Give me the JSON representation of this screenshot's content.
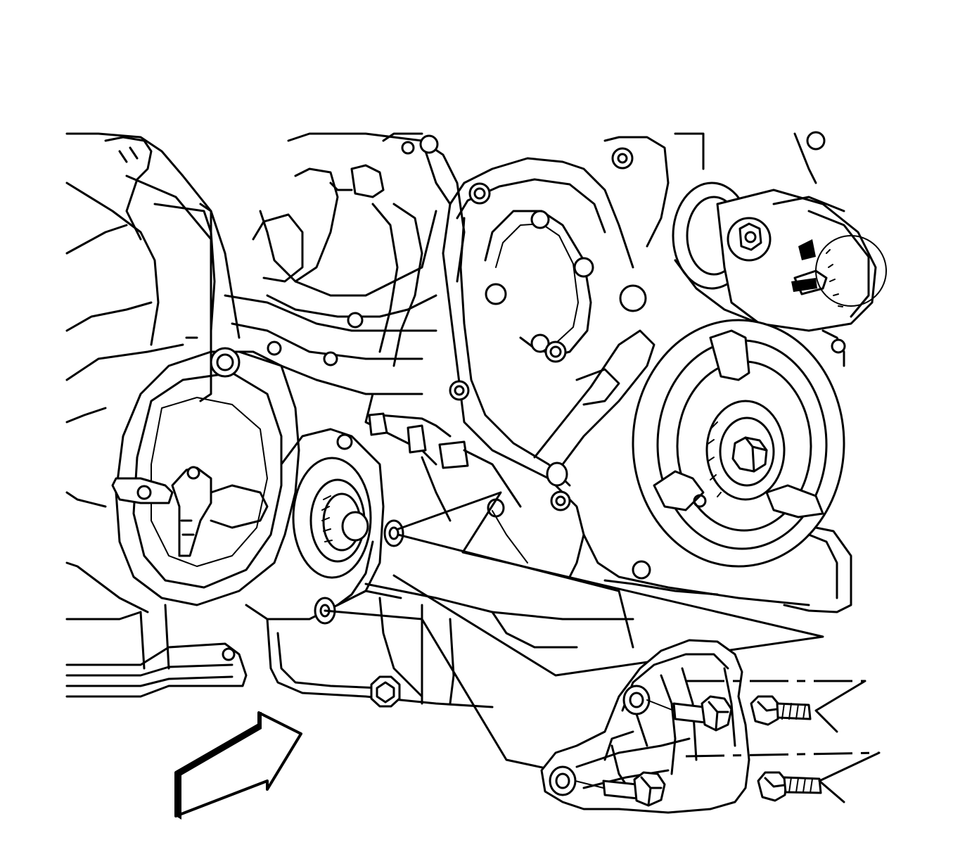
{
  "diagram": {
    "style": "black line-art service illustration",
    "colors": {
      "stroke": "#000000",
      "background": "#ffffff"
    },
    "components": [
      {
        "id": "engine-block-assembly",
        "icon": "engine-icon"
      },
      {
        "id": "drive-belt-tensioner",
        "icon": "tensioner-pulley-icon"
      },
      {
        "id": "crankshaft-balancer",
        "icon": "pulley-icon"
      },
      {
        "id": "oil-pan",
        "icon": "oil-pan-icon"
      },
      {
        "id": "bracket",
        "icon": "bracket-icon"
      },
      {
        "id": "bracket-bolts",
        "icon": "bolt-icon",
        "count": 4
      },
      {
        "id": "direction-arrow",
        "icon": "forward-arrow-icon"
      }
    ]
  }
}
